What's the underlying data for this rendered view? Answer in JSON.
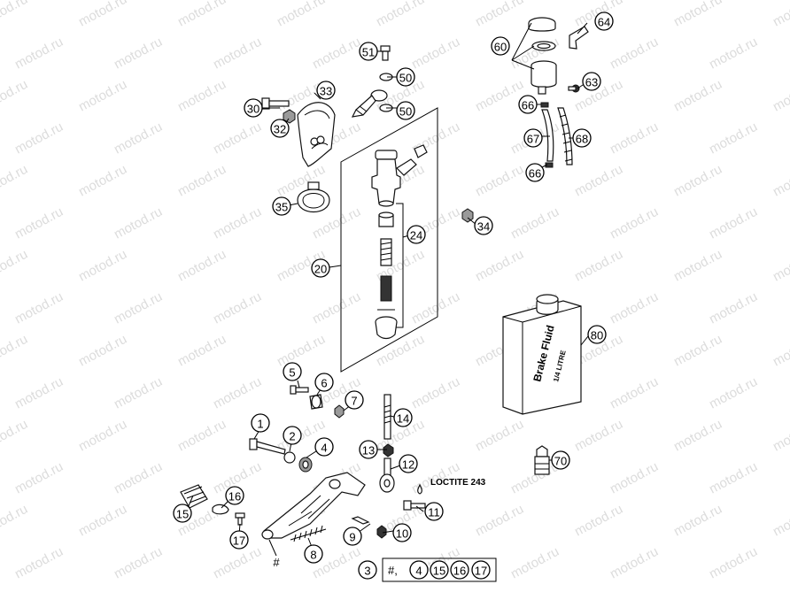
{
  "watermark": "motod.ru",
  "callouts": {
    "c51": "51",
    "c50a": "50",
    "c50b": "50",
    "c30": "30",
    "c33": "33",
    "c32": "32",
    "c60": "60",
    "c64": "64",
    "c63": "63",
    "c66a": "66",
    "c67": "67",
    "c68": "68",
    "c66b": "66",
    "c35": "35",
    "c24": "24",
    "c34": "34",
    "c20": "20",
    "c80": "80",
    "c5": "5",
    "c6": "6",
    "c7": "7",
    "c14": "14",
    "c1": "1",
    "c2": "2",
    "c4": "4",
    "c13": "13",
    "c12": "12",
    "c16": "16",
    "c15": "15",
    "c11": "11",
    "c17": "17",
    "c9": "9",
    "c10": "10",
    "c8": "8",
    "c70": "70",
    "kit3": "3",
    "kit4": "4",
    "kit15": "15",
    "kit16": "16",
    "kit17": "17"
  },
  "kit_prefix": "#,",
  "hash_marker": "#",
  "loctite_label": "LOCTITE 243",
  "bottle": {
    "line1": "Brake Fluid",
    "line2": "1/4 LITRE"
  }
}
